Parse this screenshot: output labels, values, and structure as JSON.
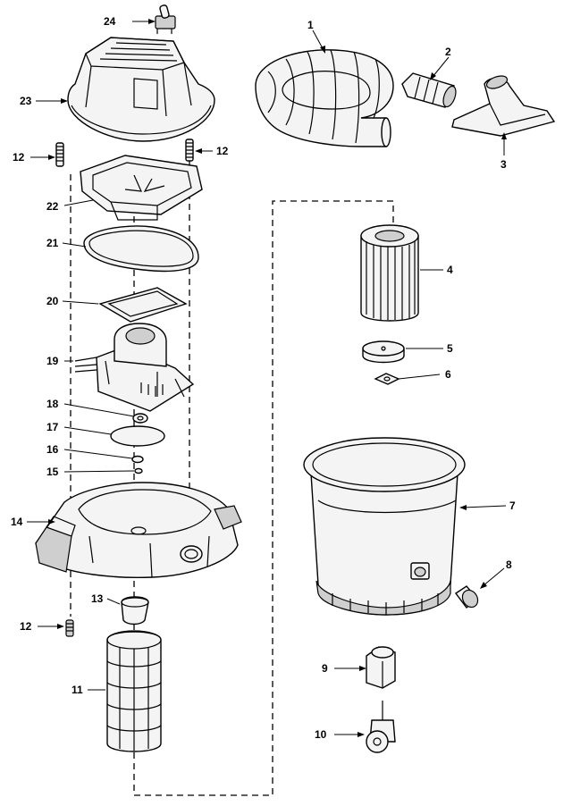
{
  "diagram": {
    "labels": {
      "p1": "1",
      "p2": "2",
      "p3": "3",
      "p4": "4",
      "p5": "5",
      "p6": "6",
      "p7": "7",
      "p8": "8",
      "p9": "9",
      "p10": "10",
      "p11": "11",
      "p12a": "12",
      "p12b": "12",
      "p12c": "12",
      "p13": "13",
      "p14": "14",
      "p15": "15",
      "p16": "16",
      "p17": "17",
      "p18": "18",
      "p19": "19",
      "p20": "20",
      "p21": "21",
      "p22": "22",
      "p23": "23",
      "p24": "24"
    }
  }
}
